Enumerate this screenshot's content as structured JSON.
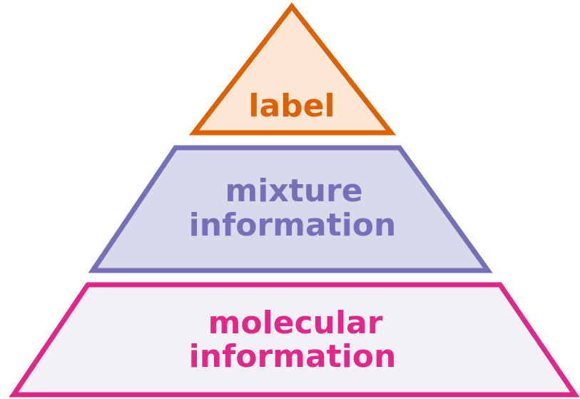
{
  "pyramid": {
    "tiers": [
      {
        "lines": [
          "label"
        ],
        "stroke": "#DB6103",
        "fill": "#FDE6D4",
        "text_color": "#DB6103"
      },
      {
        "lines": [
          "mixture",
          "information"
        ],
        "stroke": "#7471B8",
        "fill": "#D8D9EC",
        "text_color": "#7471B8"
      },
      {
        "lines": [
          "molecular",
          "information"
        ],
        "stroke": "#E0288A",
        "fill": "#F4F0F8",
        "text_color": "#E0288A"
      }
    ]
  }
}
